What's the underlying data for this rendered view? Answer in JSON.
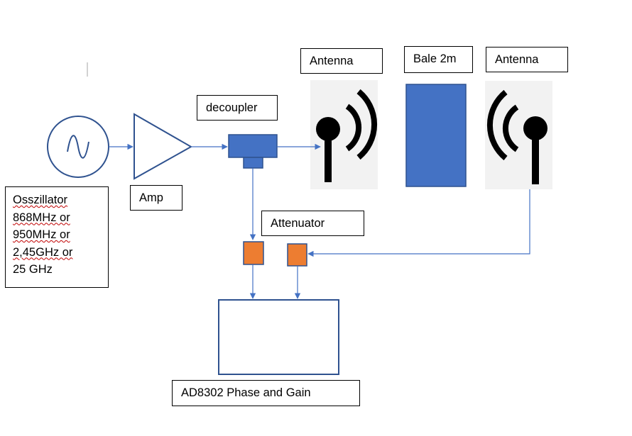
{
  "labels": {
    "antenna_tx": "Antenna",
    "bale": "Bale 2m",
    "antenna_rx": "Antenna",
    "decoupler": "decoupler",
    "amp": "Amp",
    "attenuator": "Attenuator",
    "detector": "AD8302 Phase and Gain",
    "oscillator": {
      "line1": "Osszillator",
      "line2": "868MHz or",
      "line3": "950MHz or",
      "line4": "2,45GHz or",
      "line5": "25 GHz"
    }
  },
  "colors": {
    "outline": "#2f528f",
    "fill_blue": "#4472c4",
    "fill_orange": "#ed7d31",
    "antenna_bg": "#f2f2f2",
    "antenna_black": "#000000",
    "spellcheck": "#c00000"
  },
  "icons": {
    "oscillator": "sine-wave-source-icon",
    "antenna": "antenna-signal-icon"
  }
}
